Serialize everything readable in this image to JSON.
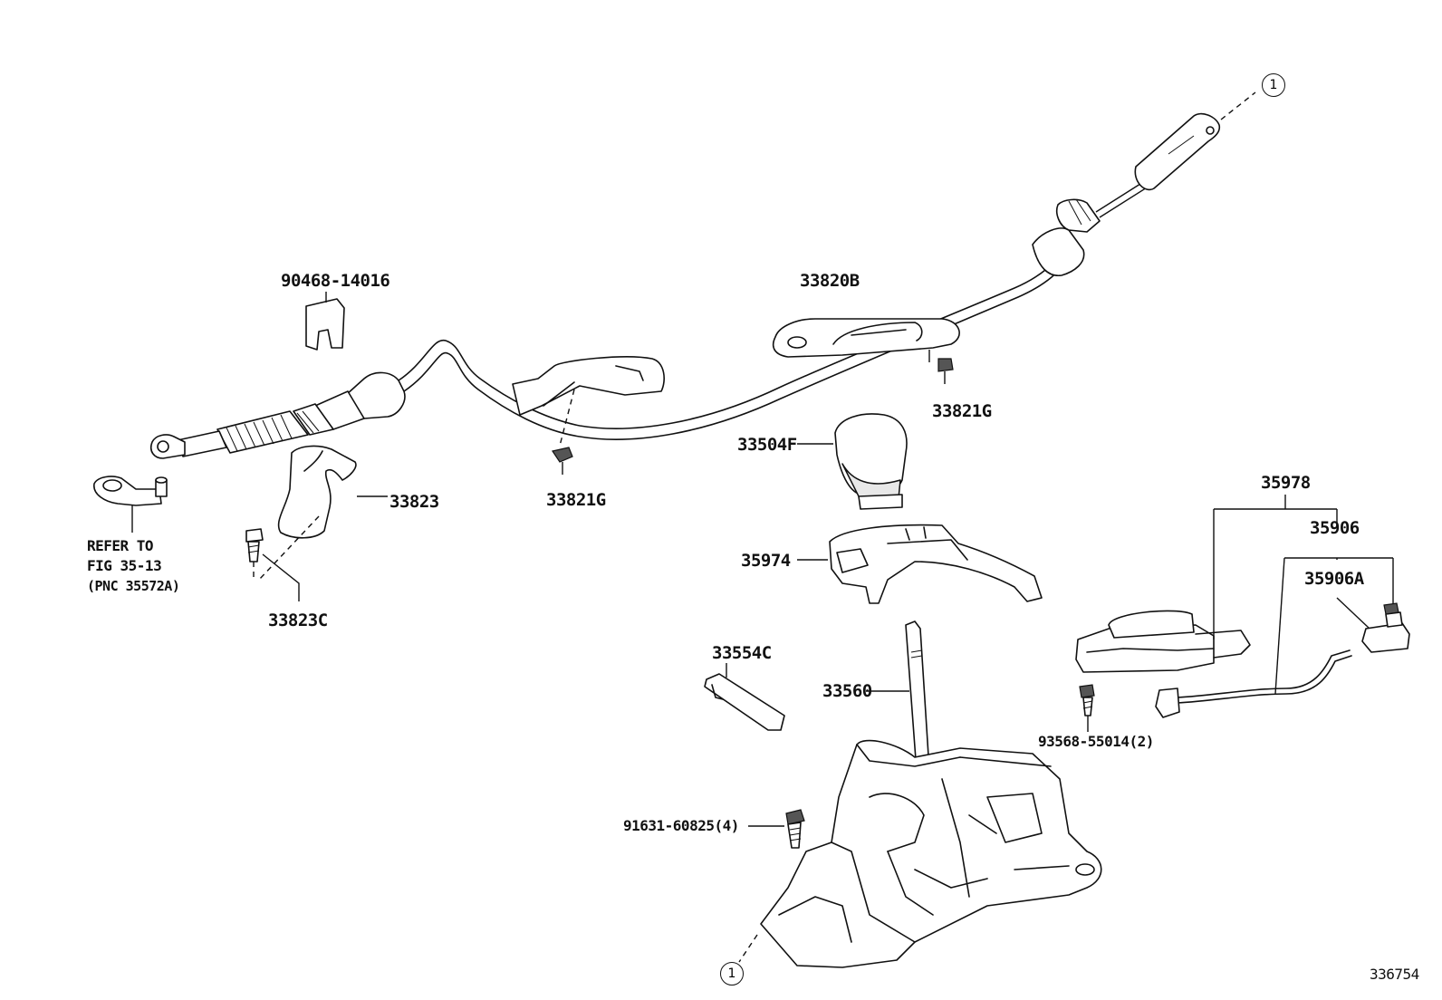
{
  "diagram_id": "336754",
  "callout_marker": "1",
  "labels": {
    "p90468": "90468-14016",
    "p33820b": "33820B",
    "p33821g_a": "33821G",
    "p33821g_b": "33821G",
    "p33504f": "33504F",
    "p33823": "33823",
    "p33823c": "33823C",
    "p35974": "35974",
    "p33554c": "33554C",
    "p33560": "33560",
    "p91631": "91631-60825(4)",
    "p35978": "35978",
    "p35906": "35906",
    "p35906a": "35906A",
    "p93568": "93568-55014(2)"
  },
  "reference": {
    "line1": "REFER TO",
    "line2": "FIG 35-13",
    "line3": "(PNC 35572A)"
  }
}
